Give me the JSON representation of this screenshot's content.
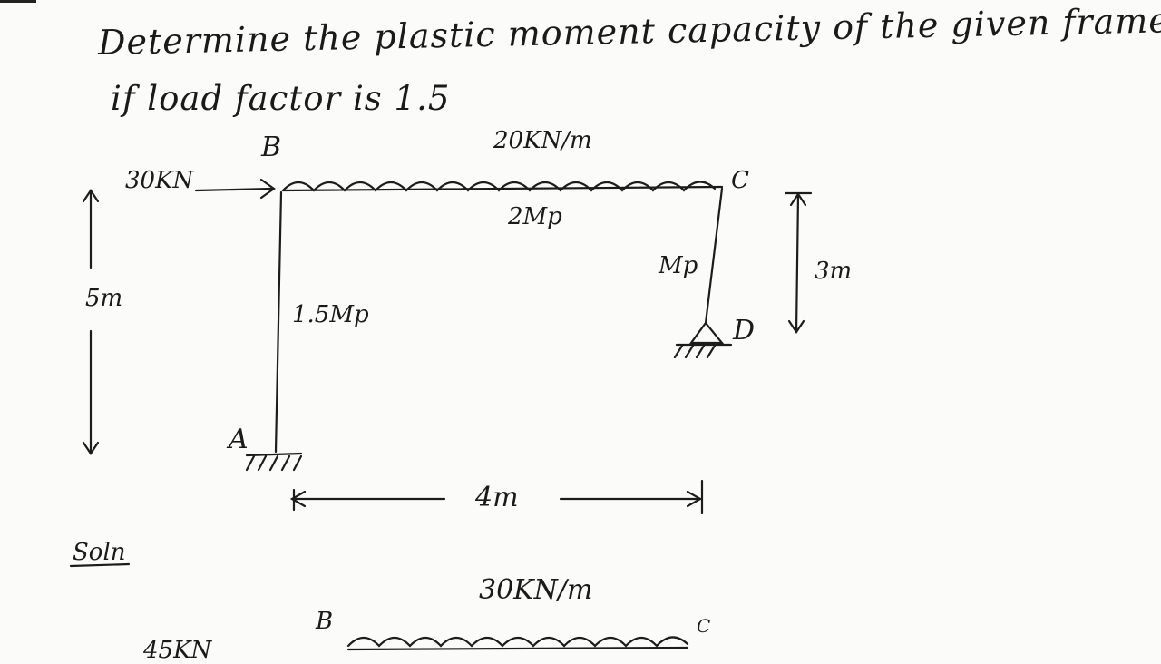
{
  "question": {
    "line1": "Determine the plastic moment capacity of the given frame",
    "line2": "if load factor is 1.5"
  },
  "frame1": {
    "joint_b": "B",
    "joint_c": "C",
    "joint_a": "A",
    "joint_d": "D",
    "udl_label": "20KN/m",
    "point_load_label": "30KN",
    "beam_moment": "2Mp",
    "left_column_moment": "1.5Mp",
    "right_column_moment": "Mp",
    "left_height": "5m",
    "right_height": "3m",
    "span": "4m"
  },
  "solution": {
    "label": "Soln",
    "udl_label": "30KN/m",
    "joint_b": "B",
    "joint_c": "C",
    "partial_load_label": "45KN"
  },
  "colors": {
    "ink": "#1c1c1c",
    "paper": "#fbfbf9"
  }
}
